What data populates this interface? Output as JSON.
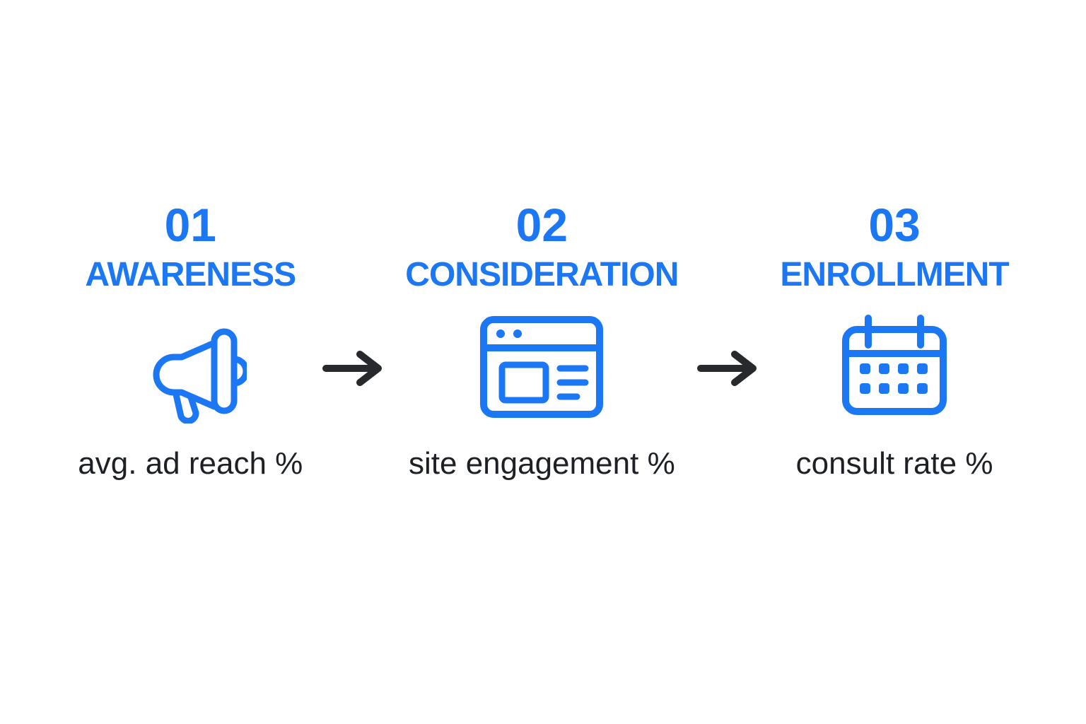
{
  "palette": {
    "accent": "#1b77f3",
    "arrow": "#27292d",
    "text": "#1d2025",
    "background": "#ffffff"
  },
  "funnel": {
    "stages": [
      {
        "number": "01",
        "name": "AWARENESS",
        "icon": "megaphone-icon",
        "metric": "avg. ad reach %"
      },
      {
        "number": "02",
        "name": "CONSIDERATION",
        "icon": "browser-window-icon",
        "metric": "site engagement %"
      },
      {
        "number": "03",
        "name": "ENROLLMENT",
        "icon": "calendar-icon",
        "metric": "consult rate %"
      }
    ],
    "connector": "right-arrow"
  }
}
